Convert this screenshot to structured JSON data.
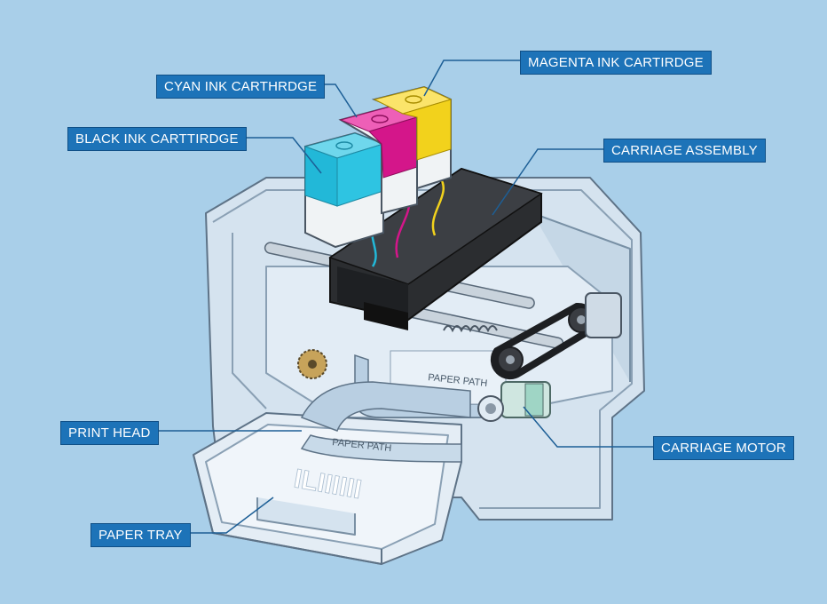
{
  "labels": {
    "magenta_cartridge": "MAGENTA INK CARTIRDGE",
    "cyan_cartridge": "CYAN INK CARTHRDGE",
    "black_cartridge": "BLACK INK CARTTIRDGE",
    "carriage_assembly": "CARRIAGE ASSEMBLY",
    "print_head": "PRINT HEAD",
    "carriage_motor": "CARRIAGE MOTOR",
    "paper_tray": "PAPER TRAY",
    "paper_path_upper": "PAPER PATH",
    "paper_path_lower": "PAPER PATH",
    "tray_embossing": "ILIIIIII"
  },
  "colors": {
    "background": "#a9cfe9",
    "callout": "#1d73b8",
    "leader_line": "#1d5f96",
    "housing": "#d5e3ef",
    "cyan": "#22b8d8",
    "magenta": "#d4168a",
    "yellow": "#f2d21c",
    "carriage": "#2b2d30"
  }
}
